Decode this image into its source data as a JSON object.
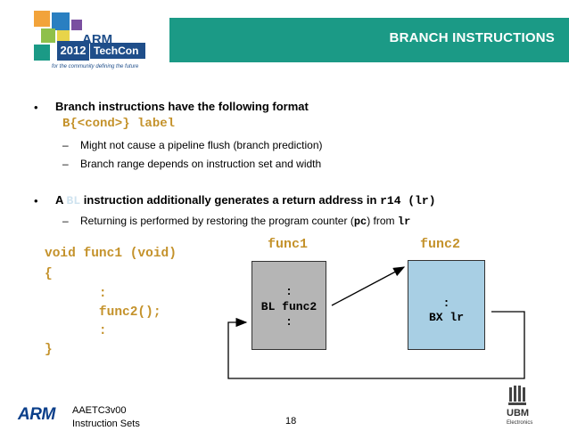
{
  "header": {
    "title": "BRANCH INSTRUCTIONS"
  },
  "logo": {
    "brand": "ARM",
    "year": "2012",
    "event": "TechCon",
    "tagline": "for the community defining the future"
  },
  "bullets": [
    {
      "text": "Branch instructions have the following format",
      "code": "B{<cond>} label",
      "subs": [
        "Might not cause a pipeline flush (branch prediction)",
        "Branch range depends on instruction set and width"
      ]
    },
    {
      "prefix": "A",
      "ghost": "BL",
      "text": "instruction additionally generates a return address in",
      "code": "r14 (lr)",
      "sub_prefix": "Returning is performed by restoring the program counter (",
      "sub_code1": "pc",
      "sub_middle": ") from",
      "sub_code2": "lr"
    }
  ],
  "code_block": [
    "void func1 (void)",
    "{",
    "       :",
    "       func2();",
    "       :",
    "}"
  ],
  "diagram": {
    "func1_label": "func1",
    "func2_label": "func2",
    "box1": [
      ":",
      "BL func2",
      ":"
    ],
    "box2": [
      ":",
      "BX lr"
    ]
  },
  "footer": {
    "arm": "ARM",
    "line1": "AAETC3v00",
    "line2": "Instruction Sets",
    "page": "18",
    "ubm": "UBM",
    "ubm_sub": "Electronics"
  },
  "colors": {
    "header": "#1b9a86",
    "code": "#c4922b",
    "box1": "#b5b5b5",
    "box2": "#a8cfe4"
  }
}
